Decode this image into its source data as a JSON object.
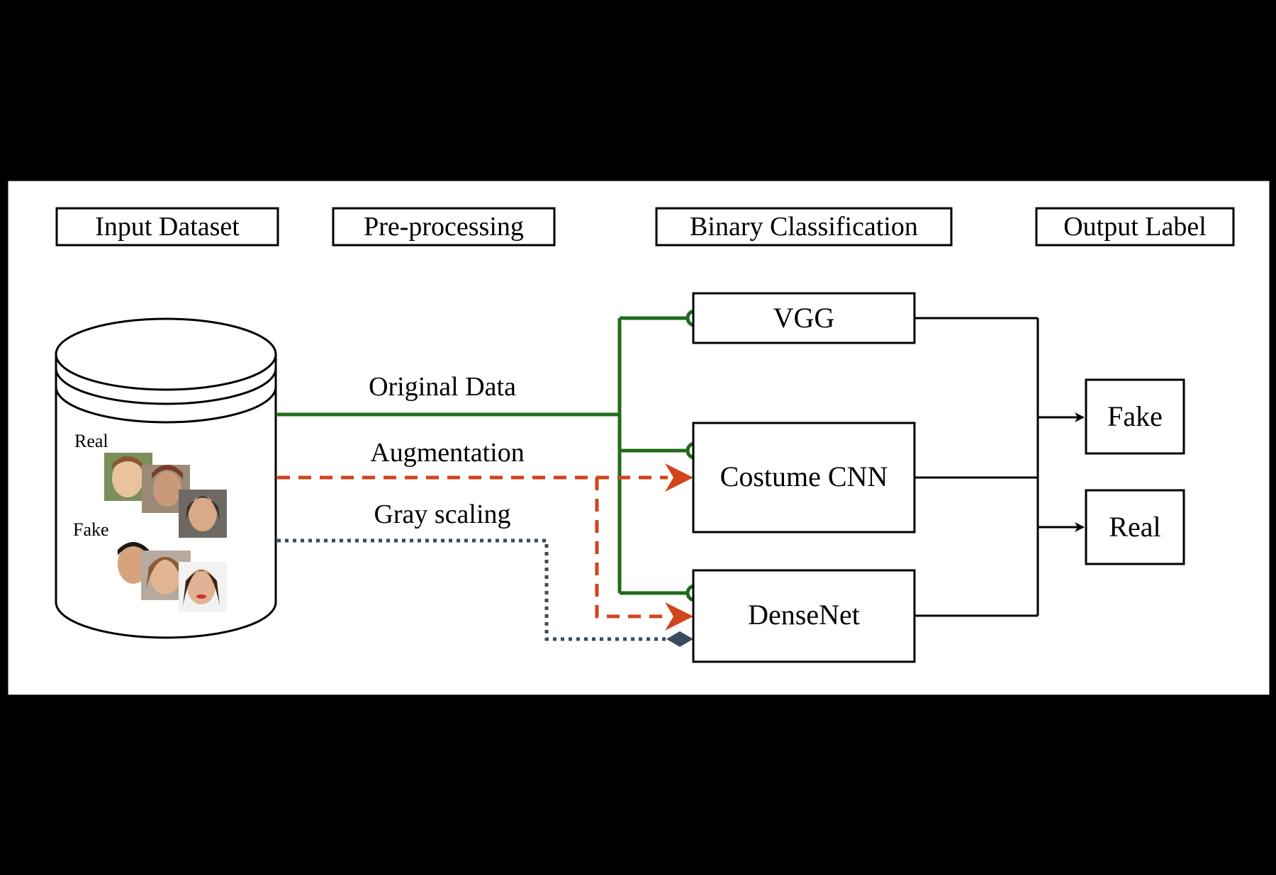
{
  "stages": {
    "input": "Input Dataset",
    "preprocessing": "Pre-processing",
    "classification": "Binary Classification",
    "output": "Output Label"
  },
  "dataset": {
    "real_label": "Real",
    "fake_label": "Fake"
  },
  "flows": {
    "original": "Original Data",
    "augmentation": "Augmentation",
    "gray": "Gray scaling"
  },
  "models": {
    "vgg": "VGG",
    "custom_cnn": "Costume CNN",
    "densenet": "DenseNet"
  },
  "outputs": {
    "fake": "Fake",
    "real": "Real"
  },
  "colors": {
    "background": "#000000",
    "panel": "#ffffff",
    "original_flow": "#1f6b1a",
    "augmentation_flow": "#d2441c",
    "gray_flow": "#3b4a5c",
    "line": "#000000"
  },
  "icons": {
    "faces": "face-photo-icons"
  }
}
